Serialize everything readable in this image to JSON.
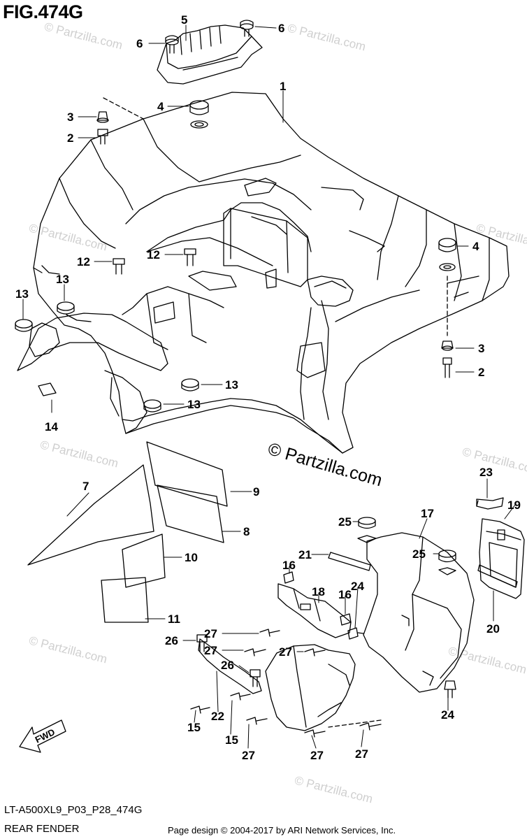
{
  "figure": {
    "title": "FIG.474G"
  },
  "watermark": {
    "text": "© Partzilla.com",
    "color": "#cfcfcf"
  },
  "copyright_mark": "© Partzilla.com",
  "fwd_label": "FWD",
  "callouts": [
    {
      "id": "c5",
      "text": "5"
    },
    {
      "id": "c6a",
      "text": "6"
    },
    {
      "id": "c6b",
      "text": "6"
    },
    {
      "id": "c1",
      "text": "1"
    },
    {
      "id": "c4a",
      "text": "4"
    },
    {
      "id": "c3a",
      "text": "3"
    },
    {
      "id": "c2a",
      "text": "2"
    },
    {
      "id": "c12a",
      "text": "12"
    },
    {
      "id": "c12b",
      "text": "12"
    },
    {
      "id": "c4b",
      "text": "4"
    },
    {
      "id": "c13a",
      "text": "13"
    },
    {
      "id": "c13b",
      "text": "13"
    },
    {
      "id": "c3b",
      "text": "3"
    },
    {
      "id": "c2b",
      "text": "2"
    },
    {
      "id": "c13c",
      "text": "13"
    },
    {
      "id": "c13d",
      "text": "13"
    },
    {
      "id": "c14",
      "text": "14"
    },
    {
      "id": "c7",
      "text": "7"
    },
    {
      "id": "c9",
      "text": "9"
    },
    {
      "id": "c8",
      "text": "8"
    },
    {
      "id": "c10",
      "text": "10"
    },
    {
      "id": "c11",
      "text": "11"
    },
    {
      "id": "c23",
      "text": "23"
    },
    {
      "id": "c19",
      "text": "19"
    },
    {
      "id": "c17",
      "text": "17"
    },
    {
      "id": "c25a",
      "text": "25"
    },
    {
      "id": "c25b",
      "text": "25"
    },
    {
      "id": "c21",
      "text": "21"
    },
    {
      "id": "c16a",
      "text": "16"
    },
    {
      "id": "c16b",
      "text": "16"
    },
    {
      "id": "c18",
      "text": "18"
    },
    {
      "id": "c24a",
      "text": "24"
    },
    {
      "id": "c20",
      "text": "20"
    },
    {
      "id": "c26a",
      "text": "26"
    },
    {
      "id": "c27a",
      "text": "27"
    },
    {
      "id": "c27b",
      "text": "27"
    },
    {
      "id": "c27c",
      "text": "27"
    },
    {
      "id": "c26b",
      "text": "26"
    },
    {
      "id": "c24b",
      "text": "24"
    },
    {
      "id": "c15a",
      "text": "15"
    },
    {
      "id": "c22",
      "text": "22"
    },
    {
      "id": "c15b",
      "text": "15"
    },
    {
      "id": "c27d",
      "text": "27"
    },
    {
      "id": "c27e",
      "text": "27"
    },
    {
      "id": "c27f",
      "text": "27"
    }
  ],
  "footer": {
    "code": "LT-A500XL9_P03_P28_474G",
    "title": "REAR FENDER",
    "credit": "Page design © 2004-2017 by ARI Network Services, Inc."
  }
}
